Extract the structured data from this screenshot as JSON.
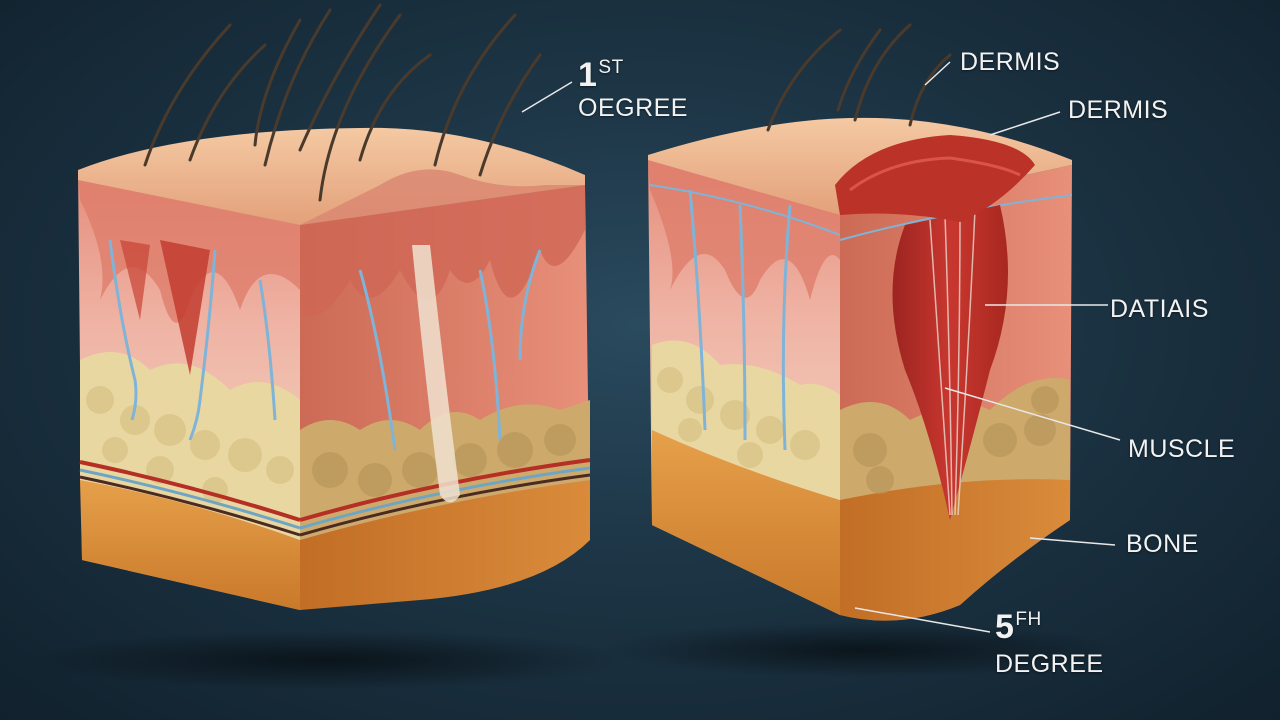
{
  "labels": {
    "first_degree_num": "1",
    "first_degree_suffix": "ST",
    "first_degree_word": "OEGREE",
    "dermis_top": "DERMIS",
    "dermis_second": "DERMIS",
    "datiais": "DATIAIS",
    "muscle": "MUSCLE",
    "bone": "BONE",
    "fifth_degree_num": "5",
    "fifth_degree_suffix": "FH",
    "fifth_degree_word": "DEGREE"
  },
  "colors": {
    "background": "#1c3444",
    "epidermis": "#e9a97f",
    "dermis": "#e89a8a",
    "fat": "#e8d6a3",
    "bone_layer": "#d89030",
    "muscle": "#b8302a",
    "vessel": "#7fb4d8"
  }
}
